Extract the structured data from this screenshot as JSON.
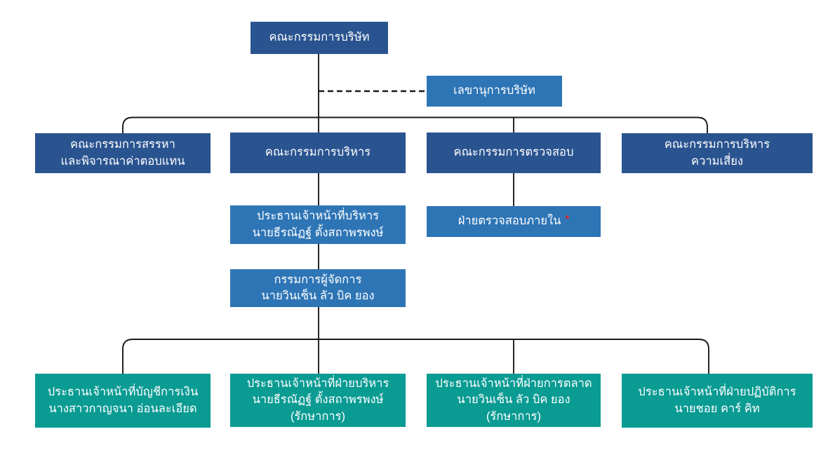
{
  "diagram_title": "company-organization-chart",
  "colors": {
    "dark_blue": "#2a5490",
    "medium_blue": "#2e75b6",
    "teal": "#0a9b93",
    "line": "#1a1a1a",
    "text": "#ffffff",
    "asterisk_red": "#e02020"
  },
  "nodes": {
    "board": {
      "lines": [
        "คณะกรรมการบริษัท"
      ]
    },
    "secretary": {
      "lines": [
        "เลขานุการบริษัท"
      ]
    },
    "nomination": {
      "lines": [
        "คณะกรรมการสรรหา",
        "และพิจารณาค่าตอบแทน"
      ]
    },
    "executive": {
      "lines": [
        "คณะกรรมการบริหาร"
      ]
    },
    "audit_committee": {
      "lines": [
        "คณะกรรมการตรวจสอบ"
      ]
    },
    "risk": {
      "lines": [
        "คณะกรรมการบริหาร",
        "ความเสี่ยง"
      ]
    },
    "ceo": {
      "lines": [
        "ประธานเจ้าหน้าที่บริหาร",
        "นายธีรณัฏฐ์ ตั้งสถาพรพงษ์"
      ]
    },
    "internal_audit": {
      "lines": [
        "ฝ่ายตรวจสอบภายใน"
      ],
      "note": "*"
    },
    "md": {
      "lines": [
        "กรรมการผู้จัดการ",
        "นายวินเซ็น ลัว บิค ยอง"
      ]
    },
    "cfo": {
      "lines": [
        "ประธานเจ้าหน้าที่บัญชีการเงิน",
        "นางสาวกาญจนา อ่อนละเอียด"
      ]
    },
    "admin": {
      "lines": [
        "ประธานเจ้าหน้าที่ฝ่ายบริหาร",
        "นายธีรณัฏฐ์ ตั้งสถาพรพงษ์",
        "(รักษาการ)"
      ]
    },
    "marketing": {
      "lines": [
        "ประธานเจ้าหน้าที่ฝ่ายการตลาด",
        "นายวินเซ็น ลัว บิค ยอง",
        "(รักษาการ)"
      ]
    },
    "operations": {
      "lines": [
        "ประธานเจ้าหน้าที่ฝ่ายปฏิบัติการ",
        "นายชอย คาร์ คิท"
      ]
    }
  }
}
